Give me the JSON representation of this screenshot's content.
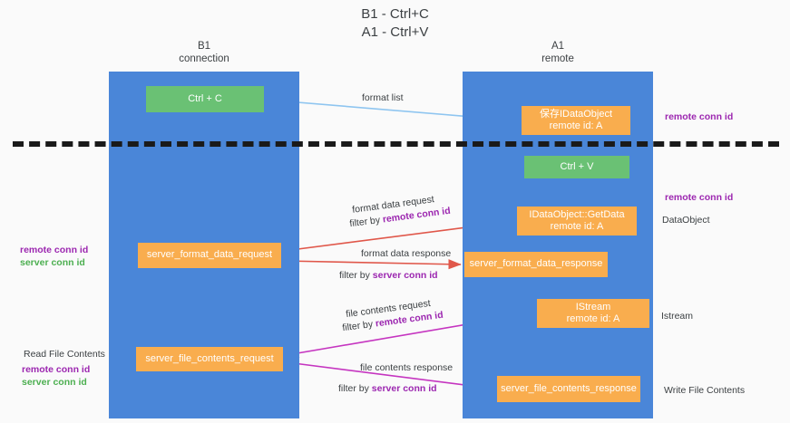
{
  "title": {
    "line1": "B1 - Ctrl+C",
    "line2": "A1 - Ctrl+V"
  },
  "lanes": [
    {
      "id": "b1",
      "name": "B1",
      "subtitle": "connection",
      "color": "#4a86d8"
    },
    {
      "id": "a1",
      "name": "A1",
      "subtitle": "remote",
      "color": "#4a86d8"
    }
  ],
  "colors": {
    "lane": "#4a86d8",
    "action_node": "#6ac174",
    "message_node": "#f9ad4e",
    "remote_conn_id": "#9c27b0",
    "server_conn_id": "#4caf50",
    "arrow_format_list": "#8ec5f0",
    "arrow_format_data": "#e0574a",
    "arrow_file_contents": "#c535c0",
    "arrow_internal": "#1a1a1a",
    "divider": "#1a1a1a",
    "background": "#fafafa"
  },
  "nodes": {
    "ctrl_c": {
      "label": "Ctrl + C",
      "type": "action"
    },
    "save_idataobject": {
      "label": "保存IDataObject",
      "label2": "remote id: A",
      "type": "message"
    },
    "ctrl_v": {
      "label": "Ctrl + V",
      "type": "action"
    },
    "getdata": {
      "label": "IDataObject::GetData",
      "label2": "remote id: A",
      "type": "message"
    },
    "server_format_data_request": {
      "label": "server_format_data_request",
      "type": "message"
    },
    "server_format_data_response": {
      "label": "server_format_data_response",
      "type": "message"
    },
    "istream": {
      "label": "IStream",
      "label2": "remote id: A",
      "type": "message"
    },
    "server_file_contents_request": {
      "label": "server_file_contents_request",
      "type": "message"
    },
    "server_file_contents_response": {
      "label": "server_file_contents_response",
      "type": "message"
    }
  },
  "edge_labels": {
    "format_list": "format list",
    "format_data_request": "format data request",
    "format_data_request_filter_prefix": "filter by ",
    "format_data_request_filter_key": "remote conn id",
    "format_data_response": "format data response",
    "format_data_response_filter_prefix": "filter by ",
    "format_data_response_filter_key": "server conn id",
    "file_contents_request": "file contents request",
    "file_contents_request_filter_prefix": "filter by ",
    "file_contents_request_filter_key": "remote conn id",
    "file_contents_response": "file contents response",
    "file_contents_response_filter_prefix": "filter by ",
    "file_contents_response_filter_key": "server conn id"
  },
  "annotations": {
    "right_remote_conn_id_1": "remote conn id",
    "right_remote_conn_id_2": "remote conn id",
    "right_dataobject": "DataObject",
    "right_istream": "Istream",
    "right_write_file_contents": "Write File Contents",
    "left_remote_conn_id_1": "remote conn id",
    "left_server_conn_id_1": "server conn id",
    "left_read_file_contents": "Read File Contents",
    "left_remote_conn_id_2": "remote conn id",
    "left_server_conn_id_2": "server conn id"
  }
}
